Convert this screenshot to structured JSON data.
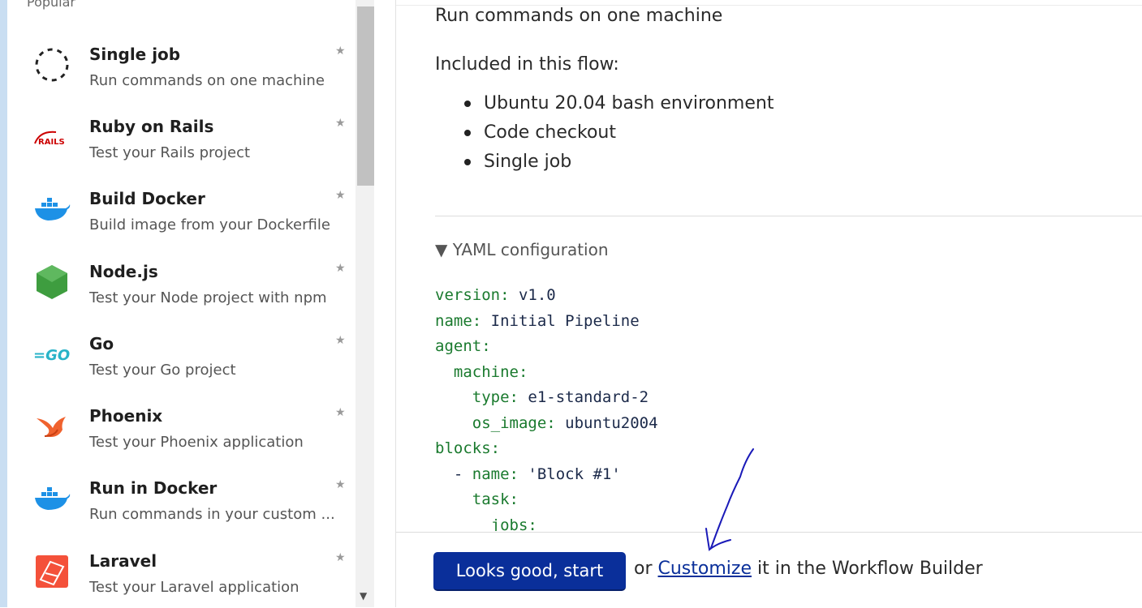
{
  "sidebar": {
    "section_label": "Popular",
    "items": [
      {
        "name": "Single job",
        "desc": "Run commands on one machine",
        "icon": "dashed-circle-icon"
      },
      {
        "name": "Ruby on Rails",
        "desc": "Test your Rails project",
        "icon": "rails-logo-icon"
      },
      {
        "name": "Build Docker",
        "desc": "Build image from your Dockerfile",
        "icon": "docker-whale-icon"
      },
      {
        "name": "Node.js",
        "desc": "Test your Node project with npm",
        "icon": "nodejs-hexagon-icon"
      },
      {
        "name": "Go",
        "desc": "Test your Go project",
        "icon": "go-logo-icon"
      },
      {
        "name": "Phoenix",
        "desc": "Test your Phoenix application",
        "icon": "phoenix-bird-icon"
      },
      {
        "name": "Run in Docker",
        "desc": "Run commands in your custom ...",
        "icon": "docker-whale-icon"
      },
      {
        "name": "Laravel",
        "desc": "Test your Laravel application",
        "icon": "laravel-logo-icon"
      }
    ],
    "star_glyph": "★",
    "rails_logo_text": "RAILS",
    "go_logo_text": "=GO",
    "scroll_down_glyph": "▼"
  },
  "detail": {
    "description": "Run commands on one machine",
    "included_heading": "Included in this flow:",
    "included_items": [
      "Ubuntu 20.04 bash environment",
      "Code checkout",
      "Single job"
    ],
    "yaml_toggle": "▼ YAML configuration",
    "yaml_lines": [
      {
        "indent": "",
        "key": "version:",
        "value": " v1.0"
      },
      {
        "indent": "",
        "key": "name:",
        "value": " Initial Pipeline"
      },
      {
        "indent": "",
        "key": "agent:",
        "value": ""
      },
      {
        "indent": "  ",
        "key": "machine:",
        "value": ""
      },
      {
        "indent": "    ",
        "key": "type:",
        "value": " e1-standard-2"
      },
      {
        "indent": "    ",
        "key": "os_image:",
        "value": " ubuntu2004"
      },
      {
        "indent": "",
        "key": "blocks:",
        "value": ""
      },
      {
        "indent": "  - ",
        "key": "name:",
        "value": " 'Block #1'"
      },
      {
        "indent": "    ",
        "key": "task:",
        "value": ""
      },
      {
        "indent": "      ",
        "key": "jobs:",
        "value": ""
      }
    ]
  },
  "footer": {
    "start_label": "Looks good, start",
    "or_text": "or ",
    "customize_label": "Customize",
    "suffix_text": " it in the Workflow Builder"
  },
  "colors": {
    "primary_button": "#0a2f9a",
    "yaml_key": "#1a7a2e",
    "annotation_arrow": "#1a1ab8"
  }
}
